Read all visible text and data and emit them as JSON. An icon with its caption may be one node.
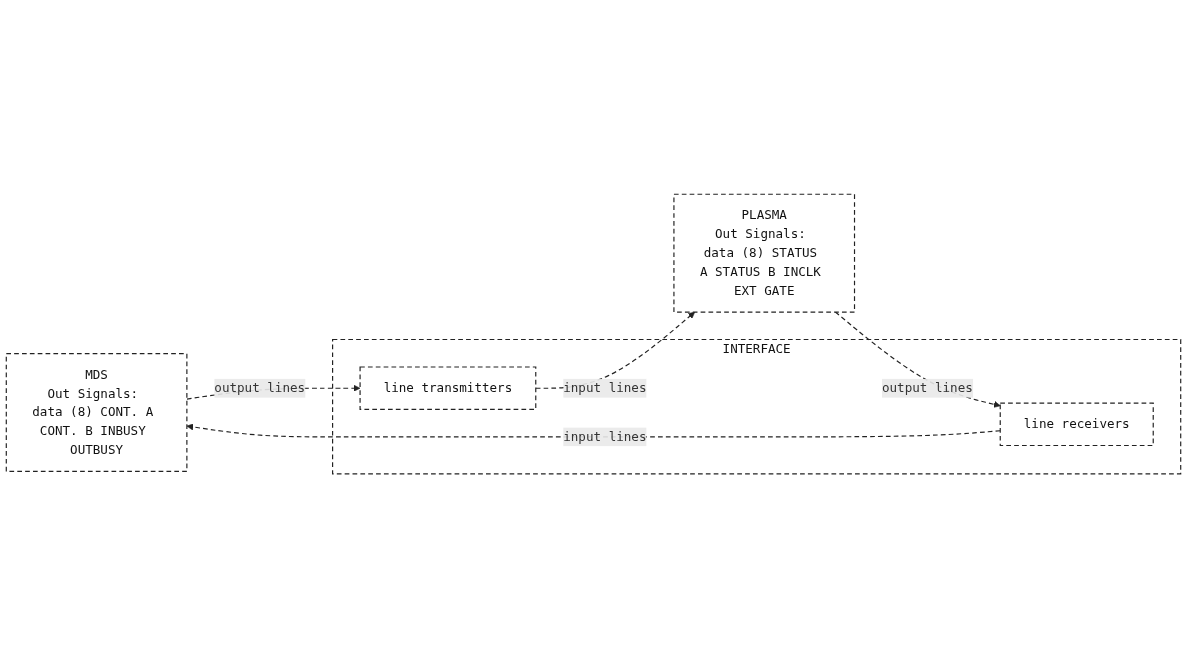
{
  "diagram": {
    "nodes": [
      {
        "text": [
          "MDS",
          "Out Signals: data (8) CONT. A CONT. B INBUSY OUTBUSY"
        ]
      },
      {
        "text": [
          "INTERFACE"
        ]
      },
      {
        "text": [
          "line receivers"
        ],
        "in": 1
      },
      {
        "text": [
          "line transmitters"
        ],
        "in": 1
      },
      {
        "text": [
          "PLASMA",
          "Out Signals: data (8) STATUS A STATUS B INCLK EXT GATE"
        ]
      }
    ],
    "edges": [
      {
        "from": 2,
        "to": 0,
        "arrow": "to",
        "label": "input lines",
        "style": "dashed"
      },
      {
        "from": 4,
        "to": 2,
        "arrow": "to",
        "label": "output lines",
        "style": "dashed"
      },
      {
        "from": 0,
        "to": 3,
        "arrow": "to",
        "label": "output lines",
        "style": "dashed"
      },
      {
        "from": 3,
        "to": 4,
        "arrow": "to",
        "label": "input lines",
        "style": "dashed"
      }
    ]
  }
}
